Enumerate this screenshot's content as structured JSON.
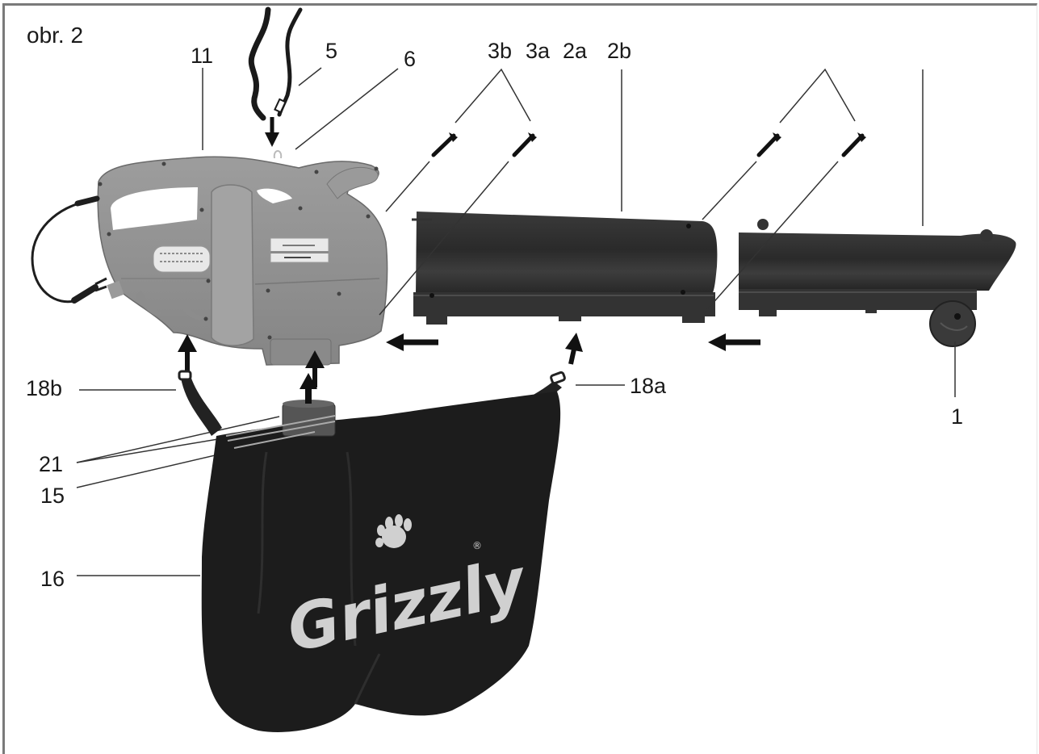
{
  "figure": {
    "title": "obr. 2",
    "subject": "Garden vacuum/blower assembly (exploded view)",
    "brand_on_bag": "Grizzly",
    "brand_mark": "®"
  },
  "callouts": [
    {
      "id": "c11",
      "label": "11",
      "part": "motor-housing"
    },
    {
      "id": "c5",
      "label": "5",
      "part": "shoulder-strap"
    },
    {
      "id": "c6",
      "label": "6",
      "part": "strap-eyelet"
    },
    {
      "id": "c3b",
      "label": "3b",
      "part": "screws"
    },
    {
      "id": "c3a",
      "label": "3a",
      "part": "screws"
    },
    {
      "id": "c2a",
      "label": "2a",
      "part": "upper-tube"
    },
    {
      "id": "c2b",
      "label": "2b",
      "part": "upper-tube"
    },
    {
      "id": "c18b",
      "label": "18b",
      "part": "bag-hook-rear"
    },
    {
      "id": "c18a",
      "label": "18a",
      "part": "bag-hook-front"
    },
    {
      "id": "c21",
      "label": "21",
      "part": "bag-collar-clips"
    },
    {
      "id": "c15",
      "label": "15",
      "part": "bag-collar"
    },
    {
      "id": "c16",
      "label": "16",
      "part": "collection-bag"
    },
    {
      "id": "c1",
      "label": "1",
      "part": "lower-tube-wheel"
    }
  ],
  "colors": {
    "housing": "#8f8f8f",
    "housing_light": "#a8a8a8",
    "tube": "#2b2b2b",
    "bag": "#1c1c1c",
    "logo": "#cfcfcf",
    "lines": "#333333",
    "frame": "#7a7a7a"
  }
}
